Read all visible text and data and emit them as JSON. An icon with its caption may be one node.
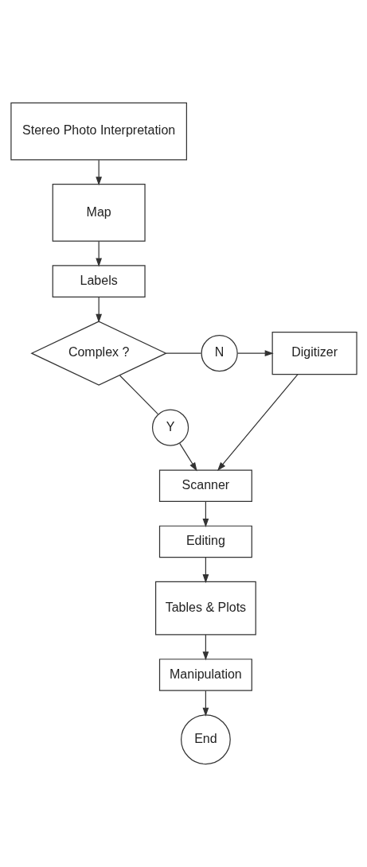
{
  "diagram": {
    "nodes": [
      {
        "text": [
          "Stereo Photo Interpretation"
        ]
      },
      {
        "text": [
          "Map"
        ]
      },
      {
        "text": [
          "Labels"
        ]
      },
      {
        "text": [
          "Complex ?"
        ]
      },
      {
        "text": [
          "N"
        ]
      },
      {
        "text": [
          "Digitizer"
        ]
      },
      {
        "text": [
          "Y"
        ]
      },
      {
        "text": [
          "Scanner"
        ]
      },
      {
        "text": [
          "Editing"
        ]
      },
      {
        "text": [
          "Tables & Plots"
        ]
      },
      {
        "text": [
          "Manipulation"
        ]
      },
      {
        "text": [
          "End"
        ]
      }
    ],
    "edges": [
      {
        "from": 0,
        "to": 1,
        "arrow": "to"
      },
      {
        "from": 1,
        "to": 2,
        "arrow": "to"
      },
      {
        "from": 2,
        "to": 3,
        "arrow": "to"
      },
      {
        "from": 3,
        "to": 4,
        "arrow": "none"
      },
      {
        "from": 4,
        "to": 5,
        "arrow": "to"
      },
      {
        "from": 3,
        "to": 6,
        "arrow": "none"
      },
      {
        "from": 6,
        "to": 7,
        "arrow": "to"
      },
      {
        "from": 5,
        "to": 7,
        "arrow": "to"
      },
      {
        "from": 7,
        "to": 8,
        "arrow": "to"
      },
      {
        "from": 8,
        "to": 9,
        "arrow": "to"
      },
      {
        "from": 9,
        "to": 10,
        "arrow": "to"
      },
      {
        "from": 10,
        "to": 11,
        "arrow": "to"
      }
    ]
  }
}
